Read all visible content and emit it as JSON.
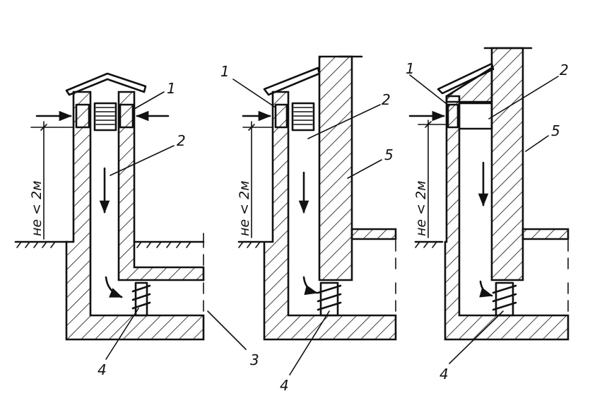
{
  "labels": {
    "vent": "1",
    "channel": "2",
    "basement": "3",
    "damper": "4",
    "wall": "5",
    "height": "не < 2м"
  }
}
